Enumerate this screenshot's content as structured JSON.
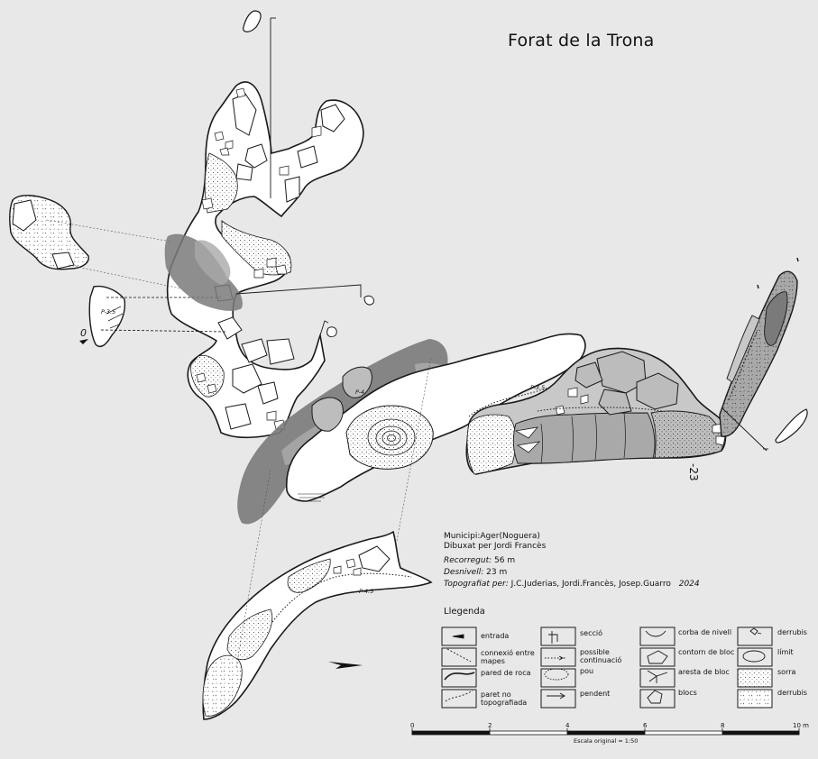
{
  "title": "Forat de la Trona",
  "info": {
    "municipi": "Municipi:Ager(Noguera)",
    "dibuixat": "Dibuxat per Jordi Francès",
    "recorregut_label": "Recorregut:",
    "recorregut_value": "56 m",
    "desnivell_label": "Desnivell:",
    "desnivell_value": "23 m",
    "topografiat_label": "Topografiat per:",
    "topografiat_value": "J.C.Juderias,  Jordi.Francès,  Josep.Guarro",
    "year": "2024"
  },
  "map_labels": {
    "p35_a": "P-3.5",
    "p35_b": "P-3.5",
    "p4": "P-4",
    "p45": "P-4.5",
    "zero": "0",
    "depth": "-23"
  },
  "legend": {
    "title": "Llegenda",
    "items": [
      {
        "label": "entrada"
      },
      {
        "label": "connexió entre mapes"
      },
      {
        "label": "pared de roca"
      },
      {
        "label": "paret no topografiada"
      },
      {
        "label": "secció"
      },
      {
        "label": "possible continuació"
      },
      {
        "label": "pou"
      },
      {
        "label": "pendent"
      },
      {
        "label": "corba de nivell"
      },
      {
        "label": "contorn de bloc"
      },
      {
        "label": "aresta de bloc"
      },
      {
        "label": "blocs"
      },
      {
        "label": "derrubis"
      },
      {
        "label": "límit"
      },
      {
        "label": "sorra"
      },
      {
        "label": "derrubis"
      }
    ]
  },
  "scale": {
    "ticks": [
      "0",
      "2",
      "4",
      "6",
      "8",
      "10 m"
    ],
    "caption": "Escala original = 1:50"
  },
  "colors": {
    "background": "#e8e8e8",
    "passage": "#ffffff",
    "outline": "#1a1a1a",
    "shade_dark": "#7a7a7a",
    "shade_mid": "#a9a9a9",
    "shade_light": "#c8c8c8"
  }
}
